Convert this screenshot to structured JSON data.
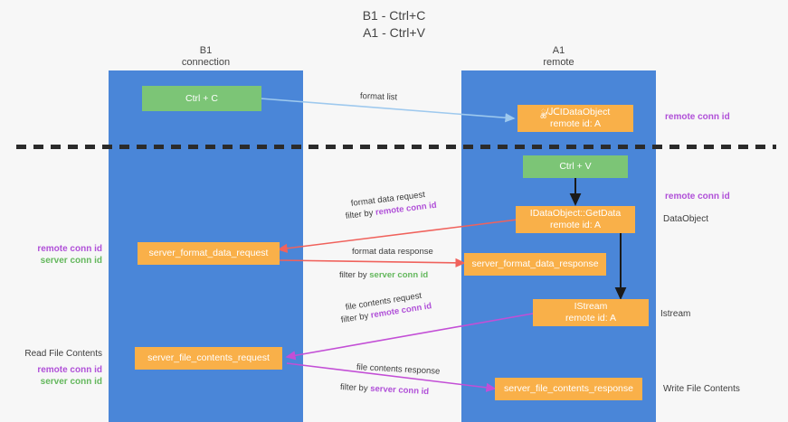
{
  "title": {
    "line1": "B1 - Ctrl+C",
    "line2": "A1 - Ctrl+V"
  },
  "columns": [
    {
      "name": "b1",
      "line1": "B1",
      "line2": "connection"
    },
    {
      "name": "a1",
      "line1": "A1",
      "line2": "remote"
    }
  ],
  "boxes": {
    "ctrl_c": {
      "label": "Ctrl + C"
    },
    "idataobject_top": {
      "line1": "ྪ/ᎫᑕIDataObject",
      "line2": "remote id: A"
    },
    "ctrl_v": {
      "label": "Ctrl + V"
    },
    "getdata": {
      "line1": "IDataObject::GetData",
      "line2": "remote id: A"
    },
    "server_format_data_request": {
      "label": "server_format_data_request"
    },
    "server_format_data_response": {
      "label": "server_format_data_response"
    },
    "istream": {
      "line1": "IStream",
      "line2": "remote id: A"
    },
    "server_file_contents_request": {
      "label": "server_file_contents_request"
    },
    "server_file_contents_response": {
      "label": "server_file_contents_response"
    }
  },
  "arrow_labels": {
    "format_list": "format list",
    "format_data_request": "format data request",
    "format_data_request_filter_prefix": "filter by ",
    "format_data_request_filter_key": "remote conn id",
    "format_data_response": "format data response",
    "format_data_response_filter_prefix": "filter by ",
    "format_data_response_filter_key": "server conn id",
    "file_contents_request": "file contents request",
    "file_contents_request_filter_prefix": "filter by ",
    "file_contents_request_filter_key": "remote conn id",
    "file_contents_response": "file contents response",
    "file_contents_response_filter_prefix": "filter by ",
    "file_contents_response_filter_key": "server conn id"
  },
  "side_labels": {
    "right_remote_conn_id_top": "remote conn id",
    "right_remote_conn_id_mid": "remote conn id",
    "right_dataobject": "DataObject",
    "right_istream": "Istream",
    "right_write_file_contents": "Write File Contents",
    "left_remote_conn_id_mid": "remote conn id",
    "left_server_conn_id_mid": "server conn id",
    "left_read_file_contents": "Read File Contents",
    "left_remote_conn_id_bot": "remote conn id",
    "left_server_conn_id_bot": "server conn id"
  },
  "colors": {
    "column": "#4a86d8",
    "green_box": "#7cc576",
    "orange_box": "#f9b049",
    "remote_conn_id": "#b050d8",
    "server_conn_id": "#63b75c",
    "red_arrow": "#f0625c",
    "purple_arrow": "#c34fd6",
    "blue_arrow": "#9ec9ee",
    "black_arrow": "#1a1a1a"
  }
}
